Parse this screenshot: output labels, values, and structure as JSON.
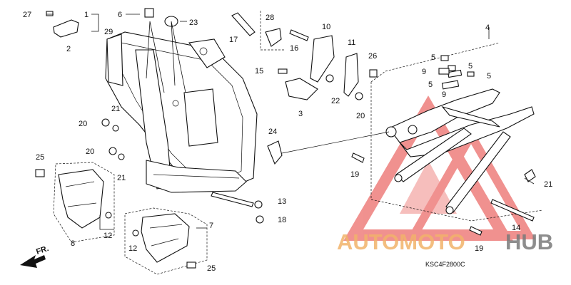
{
  "diagram": {
    "labels": {
      "n1": "1",
      "n2": "2",
      "n3": "3",
      "n4": "4",
      "n5a": "5",
      "n5b": "5",
      "n5c": "5",
      "n5d": "5",
      "n6": "6",
      "n7": "7",
      "n8": "8",
      "n9a": "9",
      "n9b": "9",
      "n10": "10",
      "n11": "11",
      "n12a": "12",
      "n12b": "12",
      "n13": "13",
      "n14": "14",
      "n15": "15",
      "n16": "16",
      "n17": "17",
      "n18": "18",
      "n19a": "19",
      "n19b": "19",
      "n20a": "20",
      "n20b": "20",
      "n20c": "20",
      "n21a": "21",
      "n21b": "21",
      "n21c": "21",
      "n22": "22",
      "n23": "23",
      "n24": "24",
      "n25a": "25",
      "n25b": "25",
      "n26": "26",
      "n27": "27",
      "n28": "28",
      "n29": "29"
    },
    "front_label": "FR.",
    "diagram_code": "KSC4F2800C"
  },
  "watermark": {
    "text_auto": "AUTOMOTO",
    "text_hub": "HUB",
    "colors": {
      "triangle": "#e53935",
      "auto": "#f2b36b",
      "hub": "#7a7a7a"
    }
  }
}
